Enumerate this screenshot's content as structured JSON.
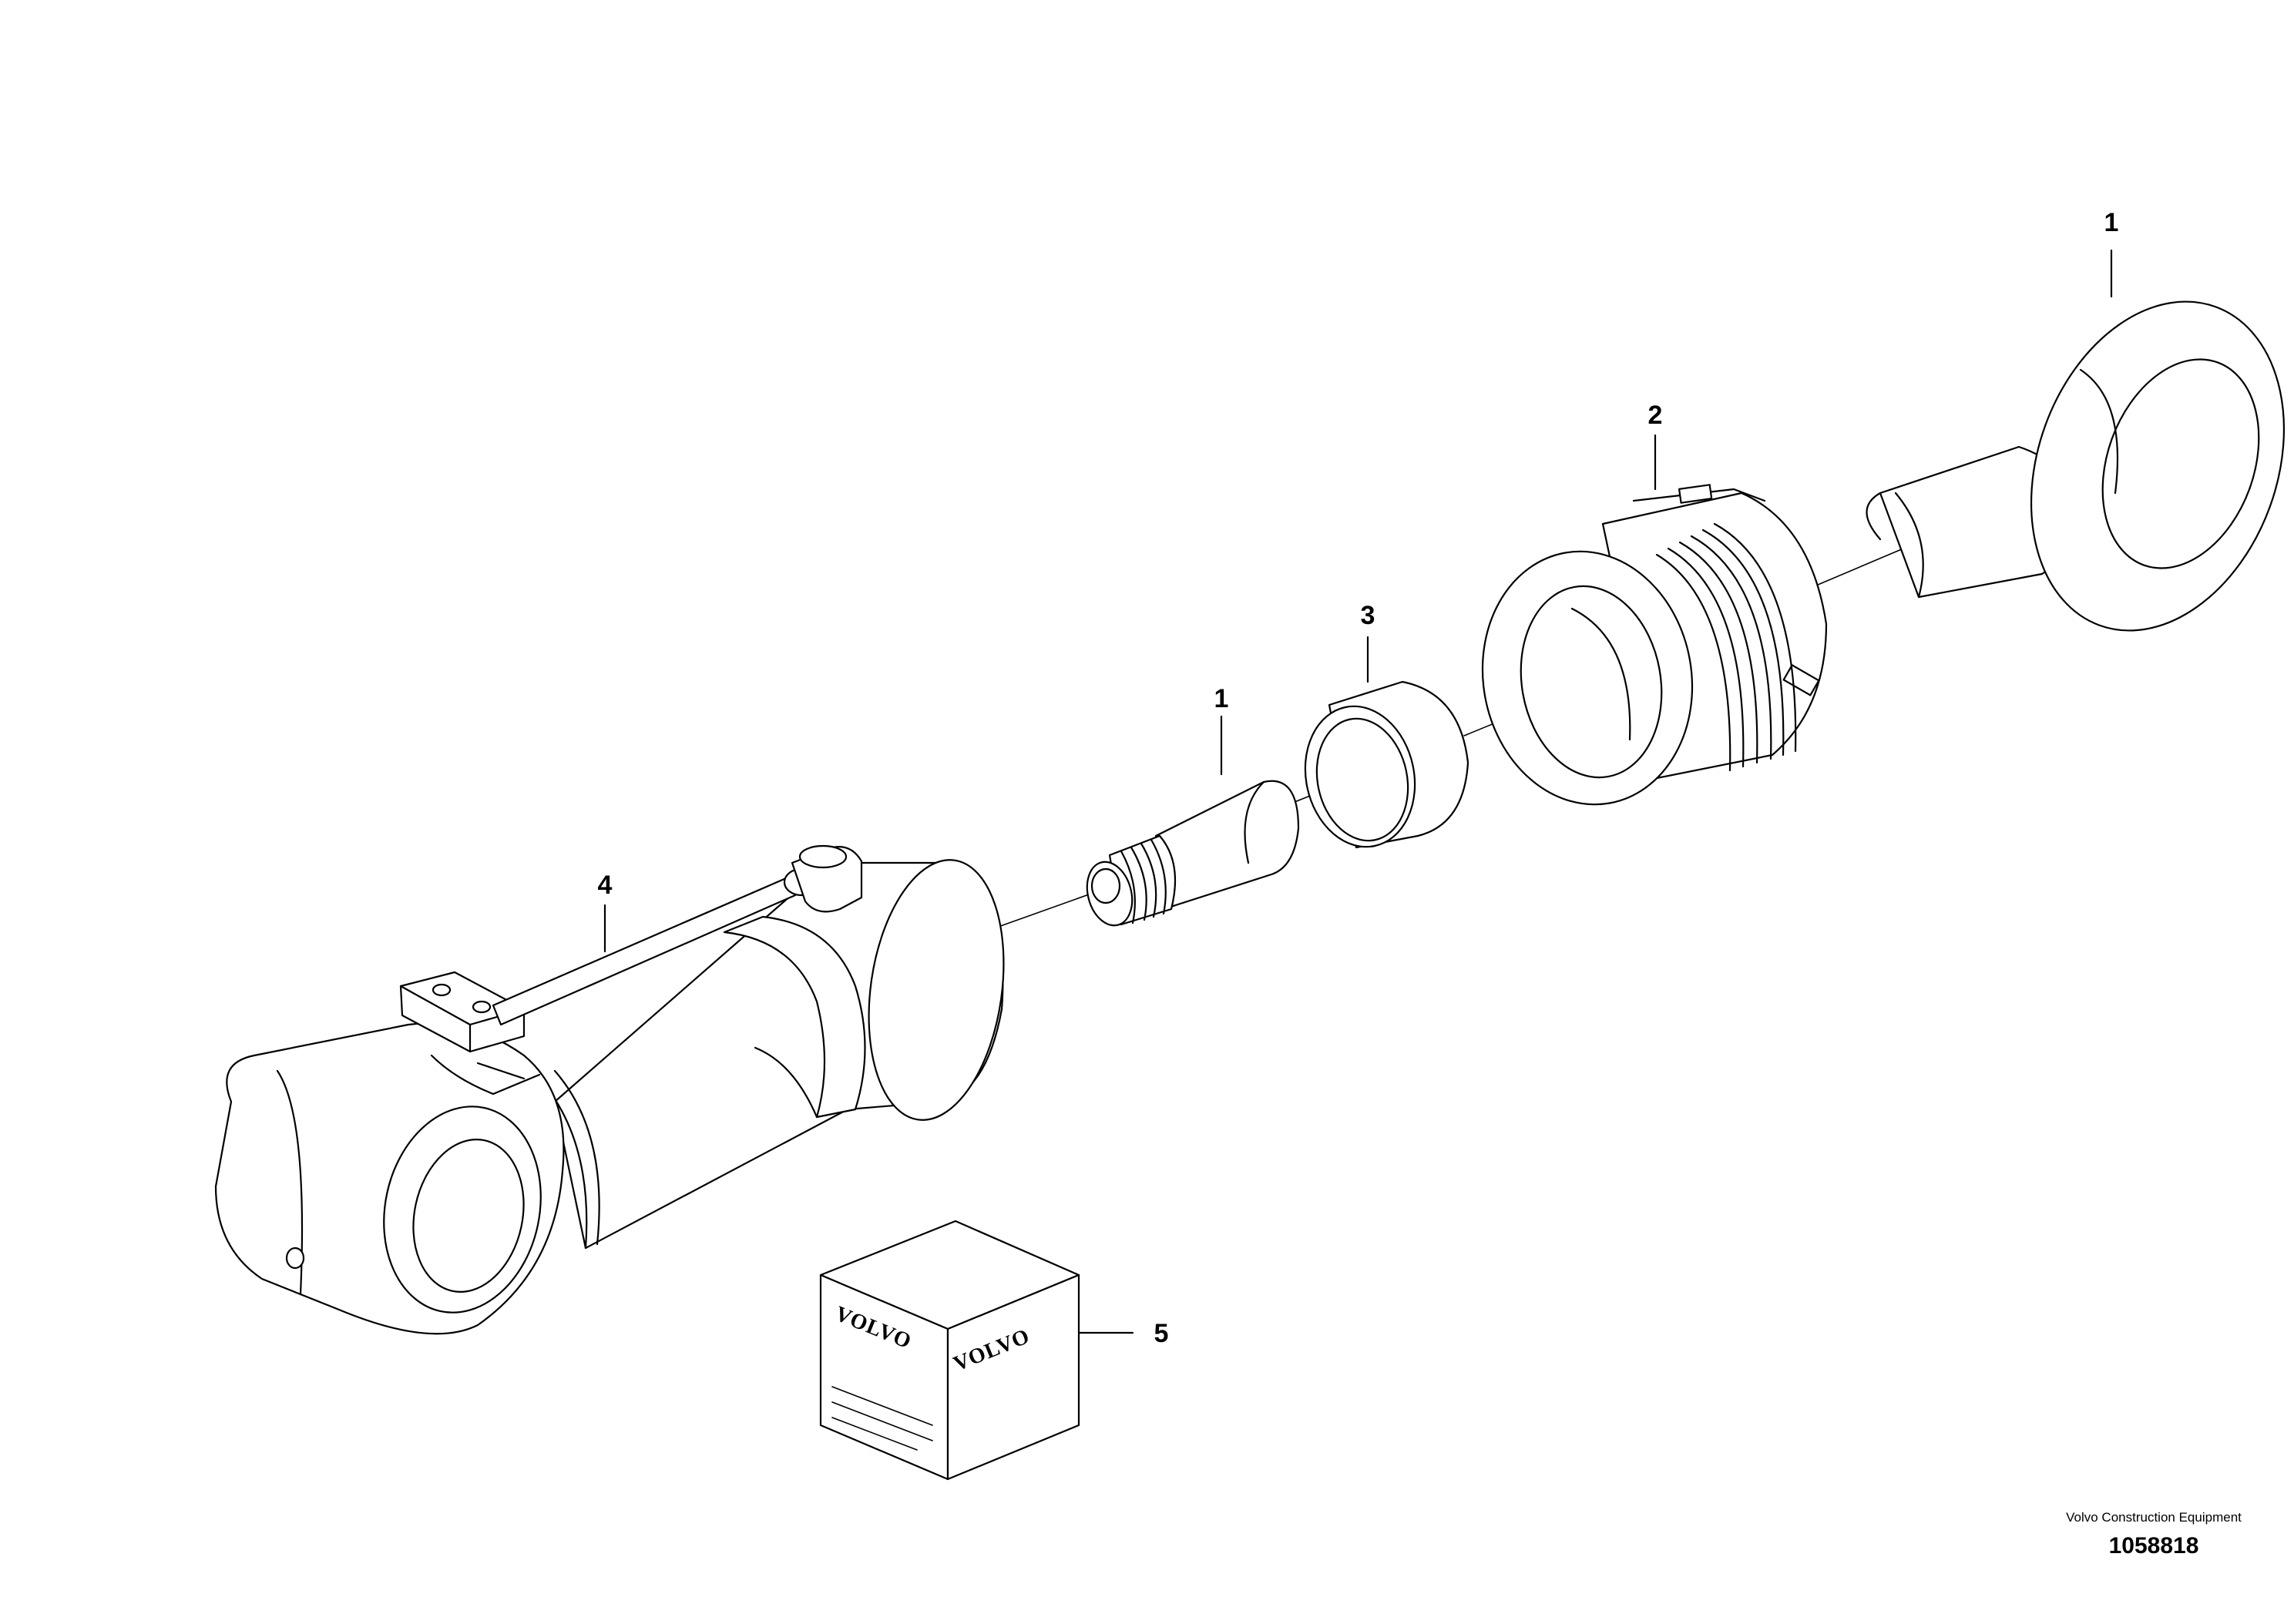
{
  "callouts": {
    "rod_eye": "1",
    "rod_end": "1",
    "cylinder_head": "2",
    "bushing": "3",
    "cylinder_tube": "4",
    "seal_kit": "5"
  },
  "box_brand": "VOLVO",
  "footer": {
    "company": "Volvo Construction Equipment",
    "doc_number": "1058818"
  }
}
